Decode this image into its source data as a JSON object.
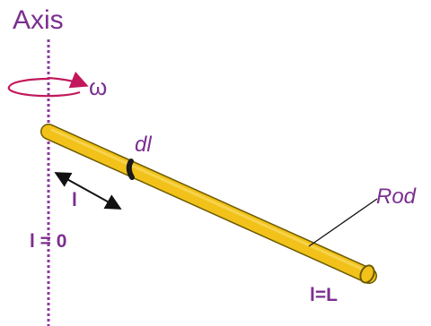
{
  "labels": {
    "axis": "Axis",
    "omega": "ω",
    "dl": "dl",
    "l": "l",
    "l_zero": "l = 0",
    "rod": "Rod",
    "l_end": "l=L"
  },
  "colors": {
    "label": "#7b2f8f",
    "axis_line": "#8b3a9e",
    "rotation_arrow": "#c2185b",
    "rod_fill": "#f2c21a",
    "rod_outline": "#6b5a00",
    "element_band": "#1a1a1a",
    "distance_arrow": "#111111",
    "leader_line": "#111111"
  }
}
